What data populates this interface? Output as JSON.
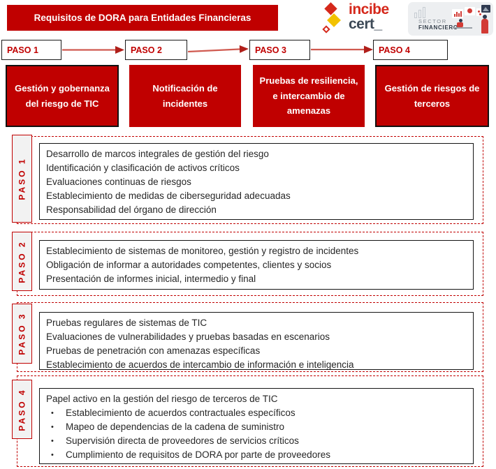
{
  "banner": {
    "title": "Requisitos de DORA para Entidades Financieras"
  },
  "logos": {
    "incibe_cert": {
      "word1": "incibe",
      "word2": "cert_"
    },
    "sector_financiero": {
      "word1": "SECTOR",
      "word2": "FINANCIERO"
    }
  },
  "steps": [
    {
      "label": "PASO 1",
      "title": "Gestión y gobernanza del riesgo de TIC"
    },
    {
      "label": "PASO 2",
      "title": "Notificación de incidentes"
    },
    {
      "label": "PASO 3",
      "title": "Pruebas de resiliencia, e intercambio de amenazas"
    },
    {
      "label": "PASO 4",
      "title": "Gestión de riesgos de terceros"
    }
  ],
  "sections": [
    {
      "label": "PASO 1",
      "items": [
        "Desarrollo de marcos integrales de gestión del riesgo",
        "Identificación y clasificación de activos críticos",
        "Evaluaciones continuas de riesgos",
        "Establecimiento de medidas de ciberseguridad adecuadas",
        "Responsabilidad del órgano de dirección"
      ]
    },
    {
      "label": "PASO 2",
      "items": [
        "Establecimiento de sistemas de monitoreo, gestión y registro de incidentes",
        "Obligación de informar a autoridades competentes, clientes y socios",
        "Presentación de informes inicial, intermedio y final"
      ]
    },
    {
      "label": "PASO 3",
      "items": [
        "Pruebas regulares de sistemas de TIC",
        "Evaluaciones de vulnerabilidades y pruebas basadas en escenarios",
        "Pruebas de penetración con amenazas específicas",
        "Establecimiento de acuerdos de intercambio de información e inteligencia"
      ]
    },
    {
      "label": "PASO 4",
      "intro": "Papel activo en la gestión del riesgo de terceros de TIC",
      "bullet_char": "•",
      "items": [
        "Establecimiento de acuerdos contractuales específicos",
        "Mapeo de dependencias de la cadena de suministro",
        "Supervisión directa de proveedores de servicios críticos",
        "Cumplimiento de requisitos de DORA por parte de proveedores"
      ]
    }
  ],
  "colors": {
    "brand_red": "#C00000",
    "arrow_line_red": "#D05A50",
    "arrow_head_red": "#B01F1A",
    "text_dark": "#262626",
    "label_bg": "#F2F2F2",
    "incibe_red": "#D5281B",
    "incibe_yellow": "#F2C200",
    "incibe_dark": "#3D4A57"
  }
}
